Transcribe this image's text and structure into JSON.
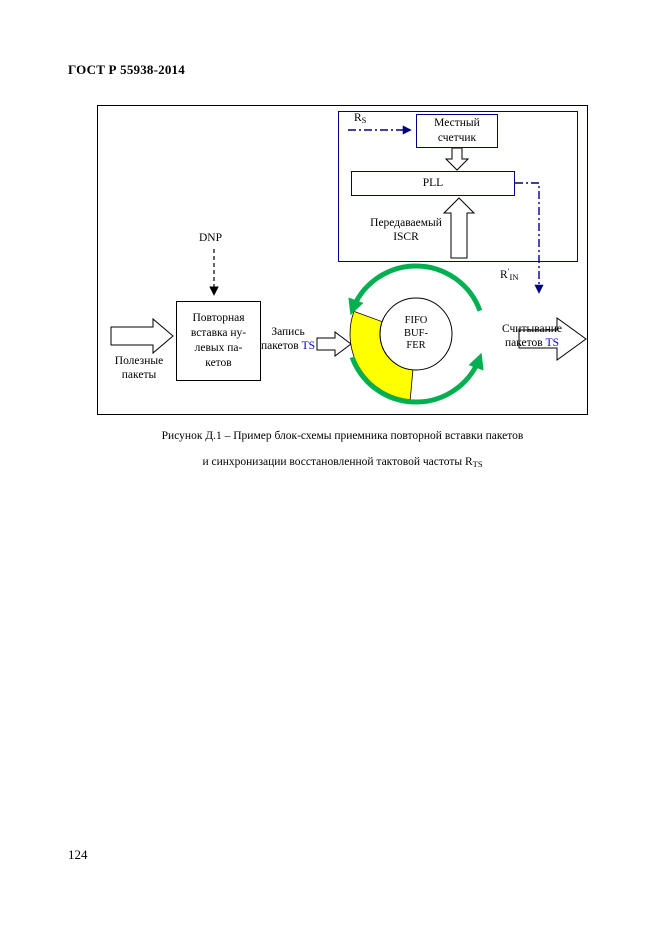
{
  "page": {
    "header": "ГОСТ Р 55938-2014",
    "page_number": "124"
  },
  "figure": {
    "caption_line1": "Рисунок Д.1 – Пример блок-схемы приемника повторной вставки пакетов",
    "caption_line2_text": "и синхронизации восстановленной тактовой частоты R",
    "caption_line2_sub": "TS"
  },
  "diagram": {
    "rs_label": {
      "base": "R",
      "sub": "S"
    },
    "local_counter": {
      "lines": [
        "Местный",
        "счетчик"
      ]
    },
    "pll_label": "PLL",
    "transmitted_iscr": {
      "lines": [
        "Передаваемый",
        "ISCR"
      ]
    },
    "rin_label": {
      "base": "R",
      "sup": "′",
      "sub": "IN"
    },
    "dnp_label": "DNP",
    "null_packet_box": {
      "lines": [
        "Повторная",
        "вставка ну-",
        "левых па-",
        "кетов"
      ]
    },
    "useful_packets": {
      "lines": [
        "Полезные",
        "пакеты"
      ]
    },
    "write_packets": {
      "line1": "Запись",
      "line2_text": "пакетов ",
      "line2_ts": "TS"
    },
    "read_packets": {
      "line1": "Считывание",
      "line2_text": "пакетов ",
      "line2_ts": "TS"
    },
    "fifo_buffer": {
      "lines": [
        "FIFO",
        "BUF-",
        "FER"
      ]
    }
  },
  "colors": {
    "navy": "#000080",
    "ts_blue": "#0000BB",
    "green": "#00B050",
    "yellow": "#FFFF00"
  }
}
